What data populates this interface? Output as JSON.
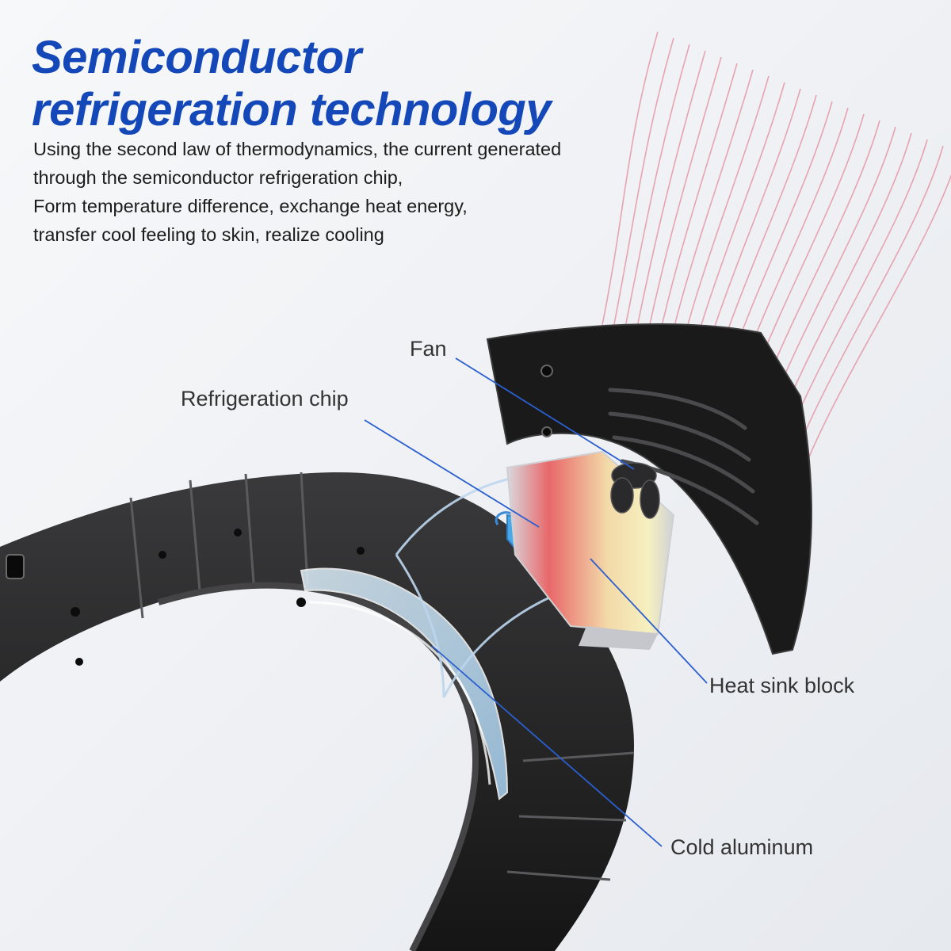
{
  "title": {
    "line1": "Semiconductor",
    "line2": "refrigeration technology"
  },
  "description": {
    "lines": [
      "Using the second law of thermodynamics, the current generated",
      "through the semiconductor refrigeration chip,",
      "Form temperature difference, exchange heat energy,",
      "transfer cool feeling to skin, realize cooling"
    ]
  },
  "callouts": {
    "fan": "Fan",
    "refrigeration_chip": "Refrigeration chip",
    "heat_sink_block": "Heat sink block",
    "cold_aluminum": "Cold aluminum"
  },
  "colors": {
    "title": "#1448b8",
    "leader_line": "#2a5fd0",
    "device_body": "#1f1f1f",
    "airflow": "#e48a9a",
    "chip_blue": "#49a8e8",
    "heat_gradient_warm": "#e8686a",
    "heat_gradient_cool": "#f6f0c0"
  },
  "icons": [
    "fan-icon",
    "refrigeration-chip-icon",
    "heat-sink-icon",
    "cold-aluminum-plate-icon"
  ]
}
